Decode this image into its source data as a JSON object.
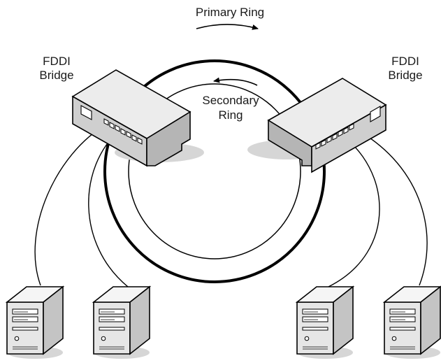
{
  "labels": {
    "primary_ring": "Primary Ring",
    "secondary_ring_line1": "Secondary",
    "secondary_ring_line2": "Ring",
    "left_bridge_line1": "FDDI",
    "left_bridge_line2": "Bridge",
    "right_bridge_line1": "FDDI",
    "right_bridge_line2": "Bridge"
  },
  "colors": {
    "line": "#000000",
    "device_top": "#ececec",
    "device_front": "#cfcfcf",
    "device_side": "#b5b5b5",
    "shadow": "#d6d6d6",
    "background": "#ffffff"
  },
  "icons": [
    "fddi-bridge-icon",
    "server-icon",
    "arrow-icon"
  ]
}
